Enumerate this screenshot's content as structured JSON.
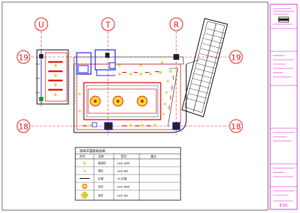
{
  "grid": {
    "col_u": "U",
    "col_t": "T",
    "col_r": "R",
    "row_19_left": "19",
    "row_19_right": "19",
    "row_18_left": "18",
    "row_18_right": "18"
  },
  "legend": {
    "title": "照明平面图例说明",
    "headers": [
      "符号",
      "名称",
      "型号",
      "备注"
    ],
    "rows": [
      {
        "name": "吸顶灯",
        "spec": "LED 18W"
      },
      {
        "name": "筒灯",
        "spec": "LED 9W"
      },
      {
        "name": "灯带",
        "spec": "T5 灯管"
      },
      {
        "name": "吊灯",
        "spec": "LED 36W"
      },
      {
        "name": "射灯",
        "spec": "LED 5W"
      }
    ]
  },
  "title_block": {
    "drawing_no": "E-01"
  },
  "colors": {
    "red": "#e01818",
    "blue": "#1a1aff",
    "black": "#000000",
    "yellow": "#f2dc2a",
    "magenta": "#d000d0",
    "green": "#19a019"
  }
}
